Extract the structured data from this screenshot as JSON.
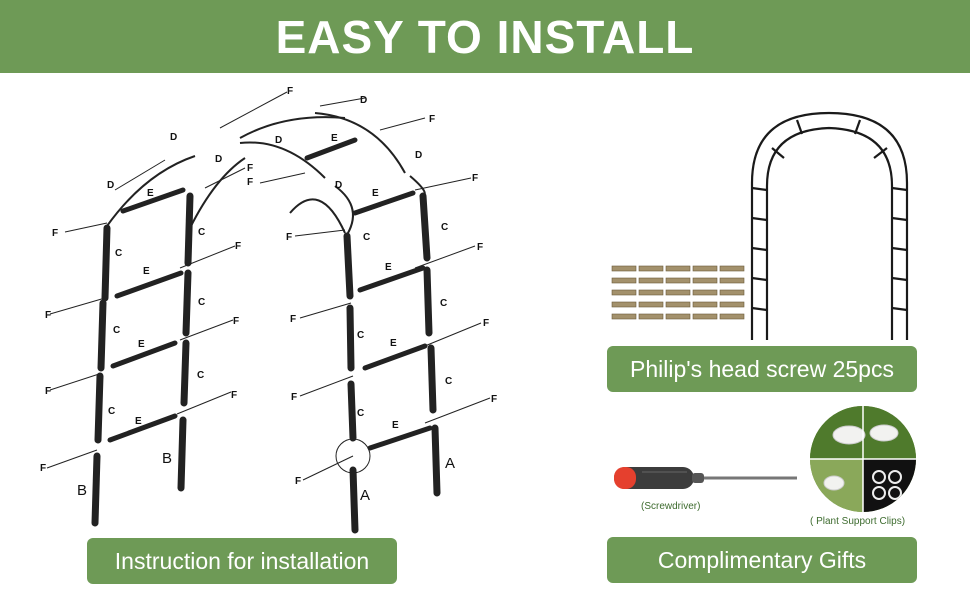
{
  "header": {
    "title": "EASY TO INSTALL"
  },
  "diagram": {
    "part_labels": {
      "a": "A",
      "b": "B",
      "c": "C",
      "d": "D",
      "e": "E",
      "f": "F"
    }
  },
  "products": {
    "screws_label": "Philip's head screw 25pcs",
    "screwdriver_caption": "(Screwdriver)",
    "clips_caption": "( Plant Support Clips)",
    "gifts_label": "Complimentary Gifts"
  },
  "footer": {
    "instruction_label": "Instruction for installation"
  },
  "colors": {
    "accent": "#6e9a56",
    "caption_green": "#3d6b2e"
  }
}
